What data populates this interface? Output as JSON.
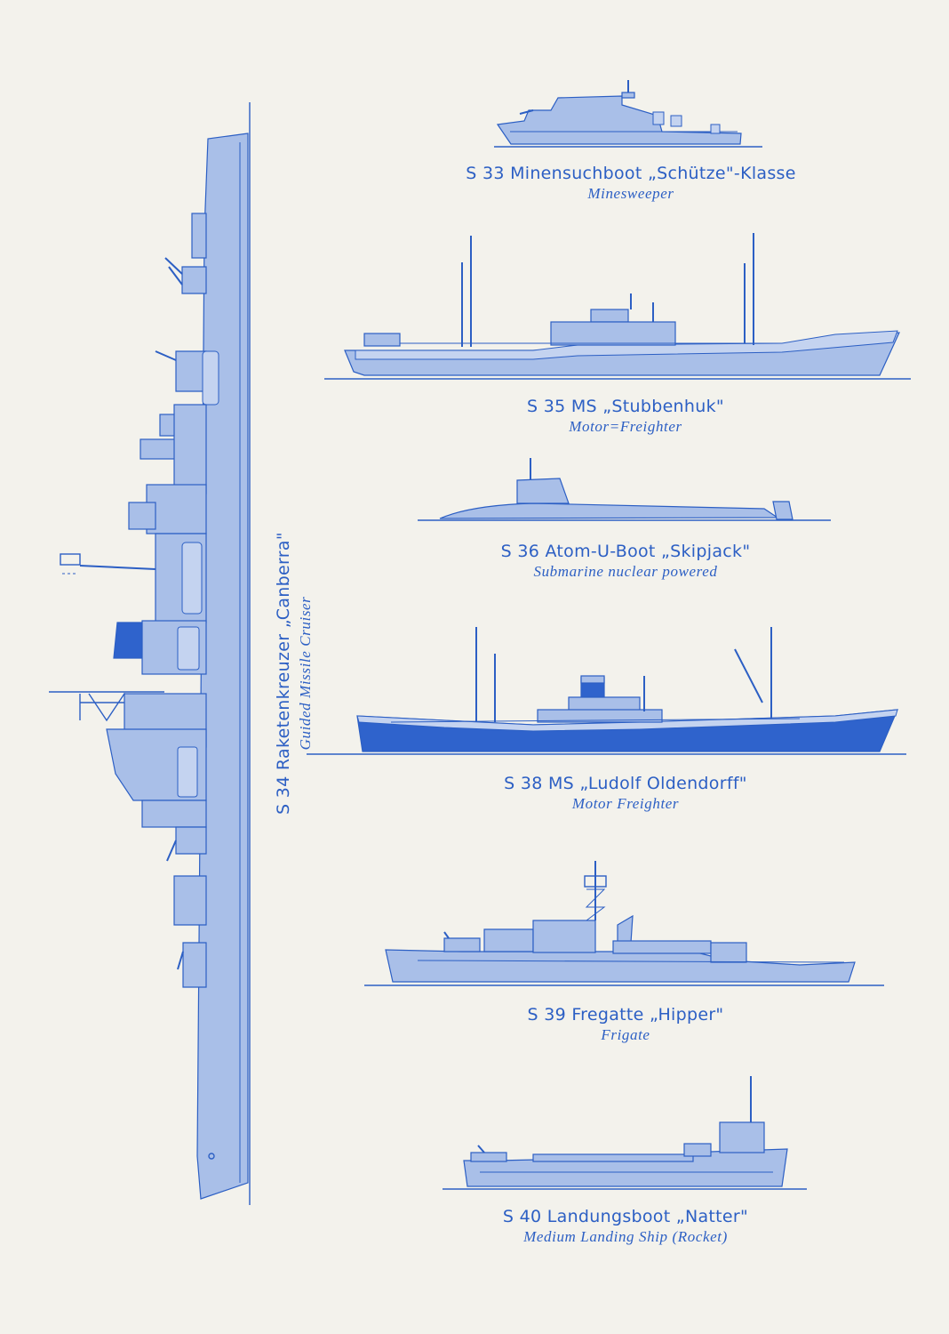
{
  "ships": [
    {
      "id": "s33",
      "title": "S 33 Minensuchboot „Schütze\"-Klasse",
      "subtitle": "Minesweeper"
    },
    {
      "id": "s34",
      "title": "S 34 Raketenkreuzer „Canberra\"",
      "subtitle": "Guided Missile Cruiser"
    },
    {
      "id": "s35",
      "title": "S 35 MS „Stubbenhuk\"",
      "subtitle": "Motor=Freighter"
    },
    {
      "id": "s36",
      "title": "S 36 Atom-U-Boot „Skipjack\"",
      "subtitle": "Submarine nuclear powered"
    },
    {
      "id": "s38",
      "title": "S 38 MS „Ludolf Oldendorff\"",
      "subtitle": "Motor Freighter"
    },
    {
      "id": "s39",
      "title": "S 39 Fregatte „Hipper\"",
      "subtitle": "Frigate"
    },
    {
      "id": "s40",
      "title": "S 40 Landungsboot „Natter\"",
      "subtitle": "Medium Landing Ship (Rocket)"
    }
  ],
  "colors": {
    "background": "#f3f2ec",
    "ink": "#2c5fc4",
    "hull_fill": "#a9bfe8",
    "hull_dark": "#2f63cc"
  }
}
